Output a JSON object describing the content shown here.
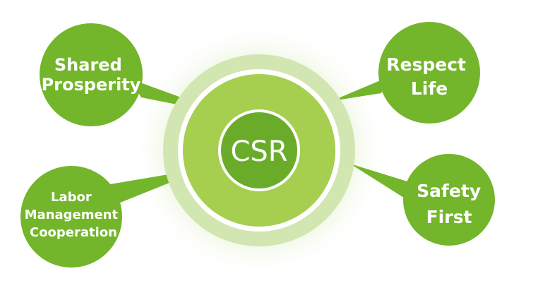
{
  "center": {
    "label": "CSR"
  },
  "nodes": [
    {
      "id": "shared-prosperity",
      "lines": [
        "Shared",
        "Prosperity"
      ]
    },
    {
      "id": "respect-life",
      "lines": [
        "Respect",
        "Life"
      ]
    },
    {
      "id": "labor-management-cooperation",
      "lines": [
        "Labor",
        "Management",
        "Cooperation"
      ]
    },
    {
      "id": "safety-first",
      "lines": [
        "Safety",
        "First"
      ]
    }
  ],
  "colors": {
    "node_green": "#73b52b",
    "core_green": "#6aac2a",
    "middle_green": "#a6cf4f",
    "halo_green": "#d2e6b1",
    "glow_green": "#f1f7e6",
    "ring_white": "#ffffff"
  }
}
